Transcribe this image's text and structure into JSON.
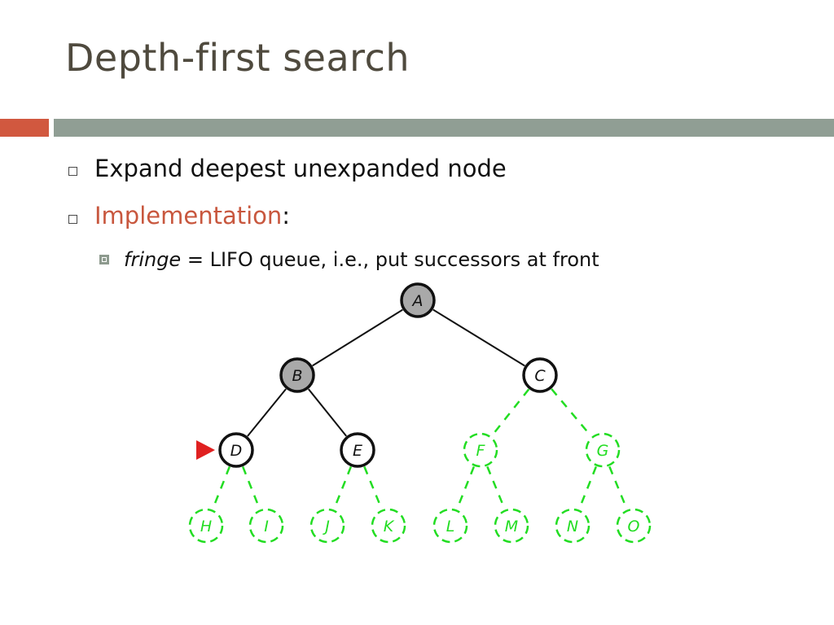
{
  "title": "Depth-first search",
  "bullets": {
    "b1": "Expand deepest unexpanded node",
    "b2_accent": "Implementation",
    "b2_rest": ":",
    "sub_italic": "fringe",
    "sub_rest": " = LIFO queue, i.e., put successors at front"
  },
  "colors": {
    "title": "#4f4a3e",
    "accent": "#c8573e",
    "bar_left": "#d1583f",
    "bar_right": "#909e94",
    "expanded_node": "#a9a9a9",
    "unexplored": "#22dd22",
    "pointer": "#e02020"
  },
  "tree": {
    "pointer_at": "D",
    "nodes": [
      {
        "id": "A",
        "label": "A",
        "state": "expanded"
      },
      {
        "id": "B",
        "label": "B",
        "state": "expanded"
      },
      {
        "id": "C",
        "label": "C",
        "state": "fringe"
      },
      {
        "id": "D",
        "label": "D",
        "state": "fringe"
      },
      {
        "id": "E",
        "label": "E",
        "state": "fringe"
      },
      {
        "id": "F",
        "label": "F",
        "state": "unexplored"
      },
      {
        "id": "G",
        "label": "G",
        "state": "unexplored"
      },
      {
        "id": "H",
        "label": "H",
        "state": "unexplored"
      },
      {
        "id": "I",
        "label": "I",
        "state": "unexplored"
      },
      {
        "id": "J",
        "label": "J",
        "state": "unexplored"
      },
      {
        "id": "K",
        "label": "K",
        "state": "unexplored"
      },
      {
        "id": "L",
        "label": "L",
        "state": "unexplored"
      },
      {
        "id": "M",
        "label": "M",
        "state": "unexplored"
      },
      {
        "id": "N",
        "label": "N",
        "state": "unexplored"
      },
      {
        "id": "O",
        "label": "O",
        "state": "unexplored"
      }
    ],
    "edges": [
      {
        "from": "A",
        "to": "B",
        "state": "explored"
      },
      {
        "from": "A",
        "to": "C",
        "state": "explored"
      },
      {
        "from": "B",
        "to": "D",
        "state": "explored"
      },
      {
        "from": "B",
        "to": "E",
        "state": "explored"
      },
      {
        "from": "C",
        "to": "F",
        "state": "unexplored"
      },
      {
        "from": "C",
        "to": "G",
        "state": "unexplored"
      },
      {
        "from": "D",
        "to": "H",
        "state": "unexplored"
      },
      {
        "from": "D",
        "to": "I",
        "state": "unexplored"
      },
      {
        "from": "E",
        "to": "J",
        "state": "unexplored"
      },
      {
        "from": "E",
        "to": "K",
        "state": "unexplored"
      },
      {
        "from": "F",
        "to": "L",
        "state": "unexplored"
      },
      {
        "from": "F",
        "to": "M",
        "state": "unexplored"
      },
      {
        "from": "G",
        "to": "N",
        "state": "unexplored"
      },
      {
        "from": "G",
        "to": "O",
        "state": "unexplored"
      }
    ]
  }
}
